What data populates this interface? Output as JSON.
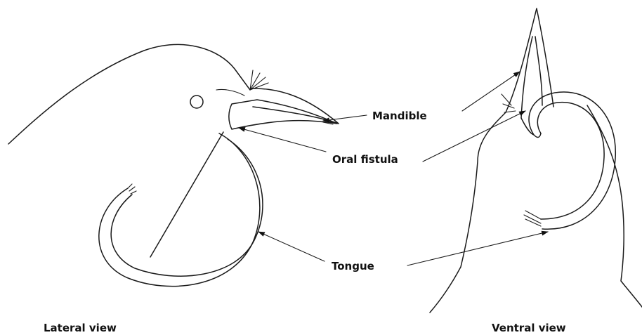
{
  "labels": {
    "mandible": "Mandible",
    "oral_fistula": "Oral fistula",
    "tongue": "Tongue",
    "lateral_view": "Lateral view",
    "ventral_view": "Ventral view"
  }
}
